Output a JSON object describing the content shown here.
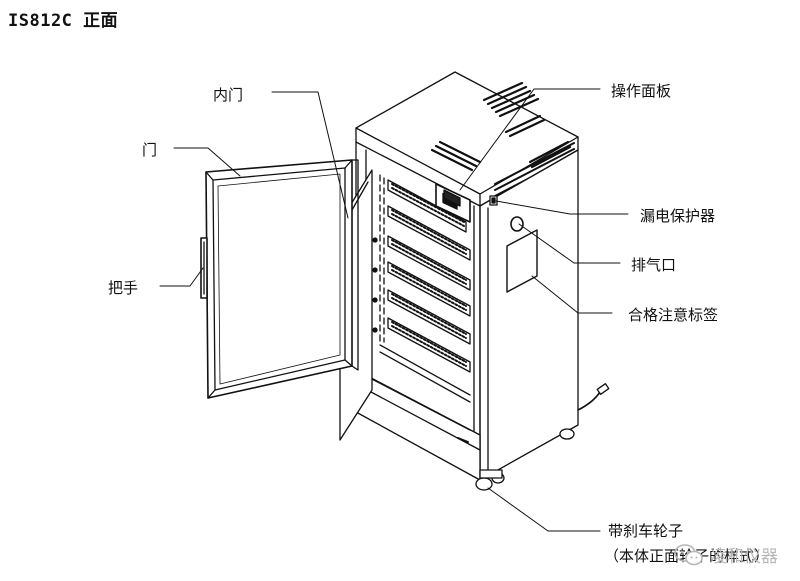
{
  "title": "IS812C 正面",
  "callouts": {
    "inner_door": "内门",
    "door": "门",
    "handle": "把手",
    "control_panel": "操作面板",
    "leakage_protector": "漏电保护器",
    "exhaust_port": "排气口",
    "qualified_label": "合格注意标签",
    "brake_wheel": "带刹车轮子",
    "brake_wheel_note": "（本体正面轮子的样式）"
  },
  "watermark": {
    "text": "凌和仪器",
    "icon": "wechat-icon"
  },
  "colors": {
    "line": "#111111",
    "watermark": "#b7b7b7"
  }
}
